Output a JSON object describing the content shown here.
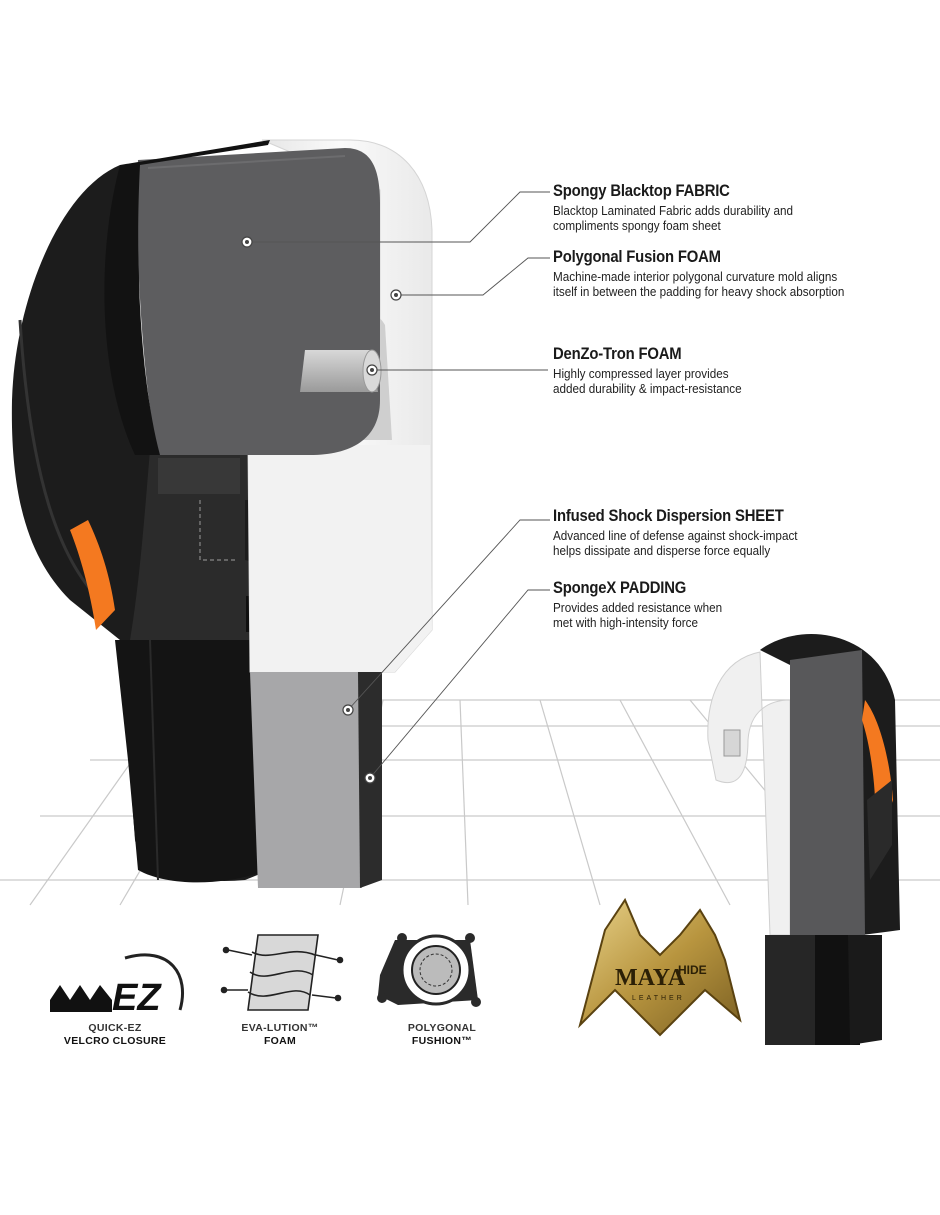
{
  "features": [
    {
      "title": "Spongy Blacktop FABRIC",
      "desc": [
        "Blacktop Laminated Fabric adds durability and",
        "compliments spongy foam sheet"
      ]
    },
    {
      "title": "Polygonal Fusion FOAM",
      "desc": [
        "Machine-made interior polygonal curvature mold aligns",
        "itself in between the padding for heavy shock absorption"
      ]
    },
    {
      "title": "DenZo-Tron FOAM",
      "desc": [
        "Highly compressed layer provides",
        "added durability & impact-resistance"
      ]
    },
    {
      "title": "Infused Shock Dispersion SHEET",
      "desc": [
        "Advanced line of defense against shock-impact",
        "helps dissipate and disperse force equally"
      ]
    },
    {
      "title": "SpongeX PADDING",
      "desc": [
        "Provides added resistance when",
        "met with high-intensity force"
      ]
    }
  ],
  "badges": [
    {
      "logo": "EZ",
      "line1": "QUICK-EZ",
      "line2": "VELCRO CLOSURE",
      "icon": "velcro-icon"
    },
    {
      "line1": "EVA-LUTION™",
      "line2": "FOAM",
      "icon": "foam-layers-icon"
    },
    {
      "line1": "POLYGONAL",
      "line2": "FUSHION™",
      "icon": "polygonal-icon"
    }
  ],
  "maya": {
    "word1": "MAYA",
    "word2": "HIDE",
    "word3": "LEATHER"
  },
  "colors": {
    "accent": "#f47920",
    "dark": "#1b1b1b",
    "grey": "#5b5b5d",
    "foam": "#f3f3f3"
  }
}
